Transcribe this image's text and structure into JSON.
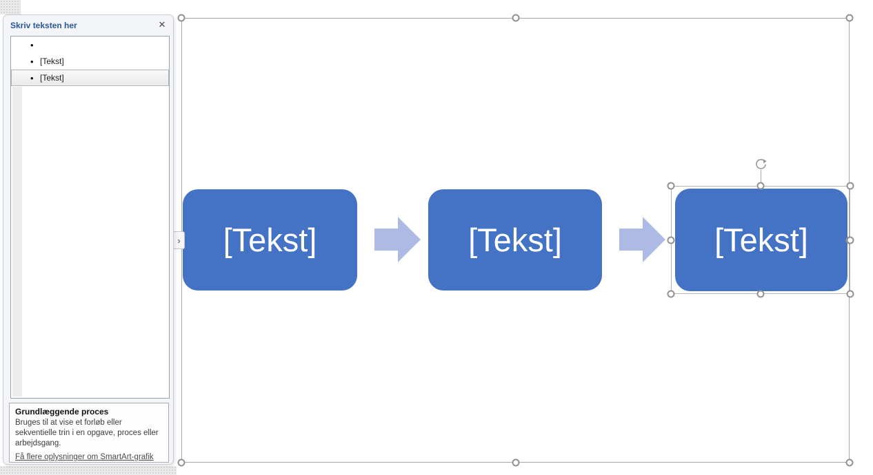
{
  "text_pane": {
    "title": "Skriv teksten her",
    "close_glyph": "✕",
    "toggle_glyph": "›",
    "bullet_glyph": "•",
    "items": [
      {
        "text": "",
        "selected": false
      },
      {
        "text": "[Tekst]",
        "selected": false
      },
      {
        "text": "[Tekst]",
        "selected": true
      }
    ],
    "info": {
      "title": "Grundlæggende proces",
      "body": "Bruges til at vise et forløb eller sekventielle trin i en opgave, proces eller arbejdsgang.",
      "link": "Få flere oplysninger om SmartArt-grafik"
    }
  },
  "diagram": {
    "type": "smartart-basic-process",
    "shapes": [
      {
        "label": "[Tekst]",
        "selected": false
      },
      {
        "label": "[Tekst]",
        "selected": false
      },
      {
        "label": "[Tekst]",
        "selected": true
      }
    ],
    "colors": {
      "shape_fill": "#4472C4",
      "shape_text": "#FFFFFF",
      "arrow_fill": "#ADBAE3",
      "canvas_border": "#A6A6A6",
      "selection_border": "#B3B3B3",
      "handle_border": "#8F9193"
    }
  }
}
